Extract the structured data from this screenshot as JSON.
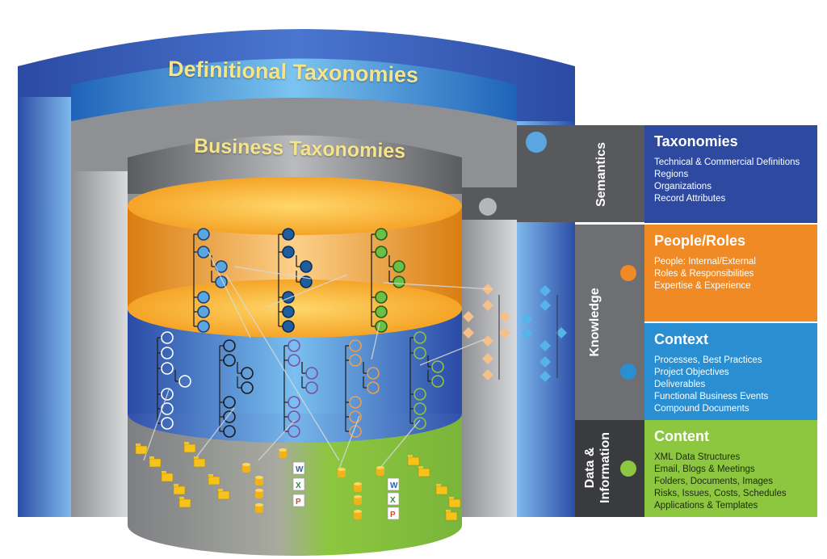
{
  "titles": {
    "definitional": "Definitional Taxonomies",
    "business": "Business Taxonomies"
  },
  "side_labels": {
    "semantics": "Semantics",
    "knowledge": "Knowledge",
    "data_info_line1": "Data &",
    "data_info_line2": "Information"
  },
  "panels": [
    {
      "title": "Taxonomies",
      "color": "#2d4aa0",
      "items": [
        "Technical & Commercial Definitions",
        "Regions",
        "Organizations",
        "Record Attributes"
      ]
    },
    {
      "title": "People/Roles",
      "color": "#f08a24",
      "items": [
        "People: Internal/External",
        "Roles & Responsibilities",
        "Expertise & Experience"
      ]
    },
    {
      "title": "Context",
      "color": "#2a8fd2",
      "items": [
        "Processes, Best Practices",
        "Project Objectives",
        "Deliverables",
        "Functional Business Events",
        "Compound Documents"
      ]
    },
    {
      "title": "Content",
      "color": "#8dc63f",
      "items": [
        "XML Data Structures",
        "Email, Blogs & Meetings",
        "Folders, Documents, Images",
        "Risks, Issues, Costs, Schedules",
        "Applications & Templates"
      ]
    }
  ],
  "colors": {
    "arch_blue": "#3a5fb8",
    "arch_light": "#6fb5e8",
    "gray_band": "#6d6f73",
    "layer_orange": "#f7a21b",
    "layer_blue": "#3d6fc8",
    "layer_green": "#8dc63f",
    "node_light_blue": "#5aa6e0",
    "node_dark_blue": "#1f5e9e",
    "node_green": "#6abf45",
    "node_peach": "#f6c08a",
    "node_diamond_blue": "#55b4ea"
  },
  "icons": [
    "circle-node-icon",
    "diamond-node-icon",
    "folder-icon",
    "database-icon",
    "word-doc-icon",
    "excel-doc-icon",
    "powerpoint-doc-icon"
  ],
  "doc_letters": {
    "word": "W",
    "excel": "X",
    "powerpoint": "P"
  }
}
